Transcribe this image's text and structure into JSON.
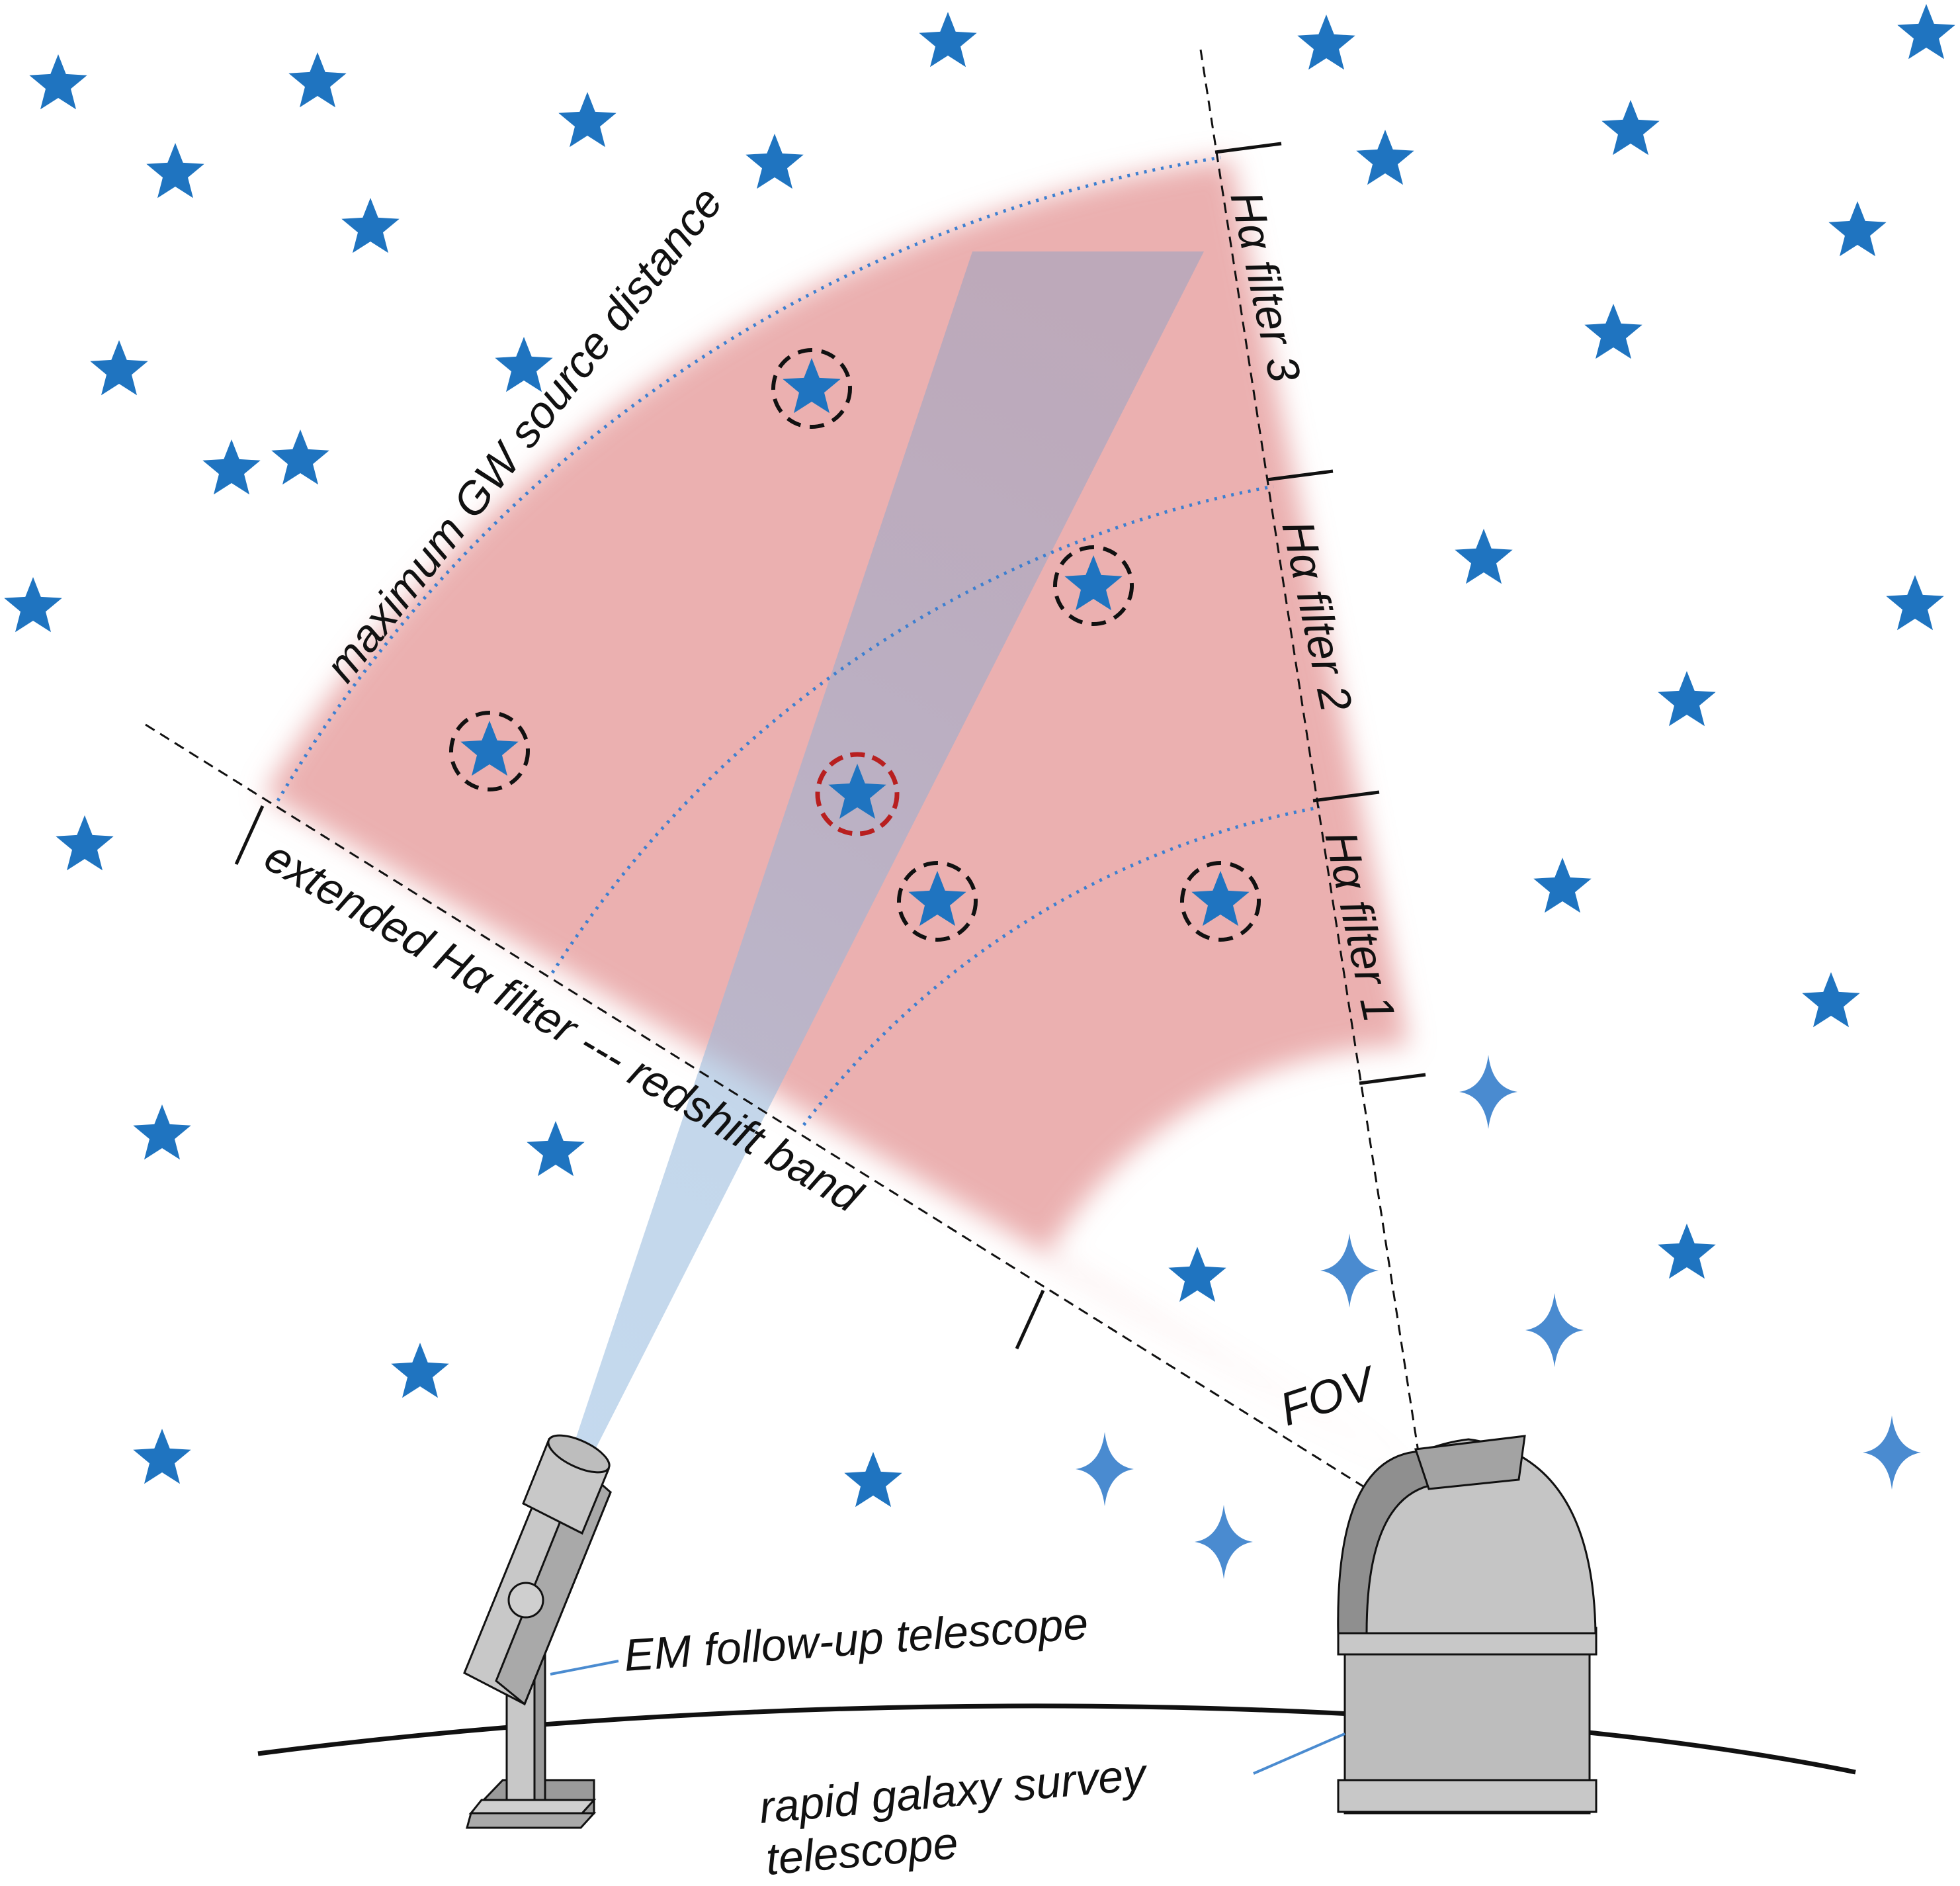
{
  "colors": {
    "background": "#ffffff",
    "star": "#1f74c0",
    "faint_star": "#4a8bd0",
    "survey_region": "#e59a9a",
    "beam": "#a9c8e6",
    "dotted_arc": "#3d7fd0",
    "highlight_circle": "#b81f1f",
    "telescope_gray": "#bbbbbb"
  },
  "labels": {
    "max_distance": "maximum GW source distance",
    "filter_3": "Hα filter 3",
    "filter_2": "Hα filter 2",
    "filter_1": "Hα filter 1",
    "extended_band": "extended Hα filter --- redshift band",
    "fov": "FOV",
    "em_telescope": "EM follow-up telescope",
    "survey_telescope_line1": "rapid galaxy survey",
    "survey_telescope_line2": "telescope"
  },
  "icons": {
    "background_star": "five-point-star-icon",
    "faint_star": "four-point-sparkle-icon",
    "candidate_marker": "dashed-circle-icon"
  }
}
